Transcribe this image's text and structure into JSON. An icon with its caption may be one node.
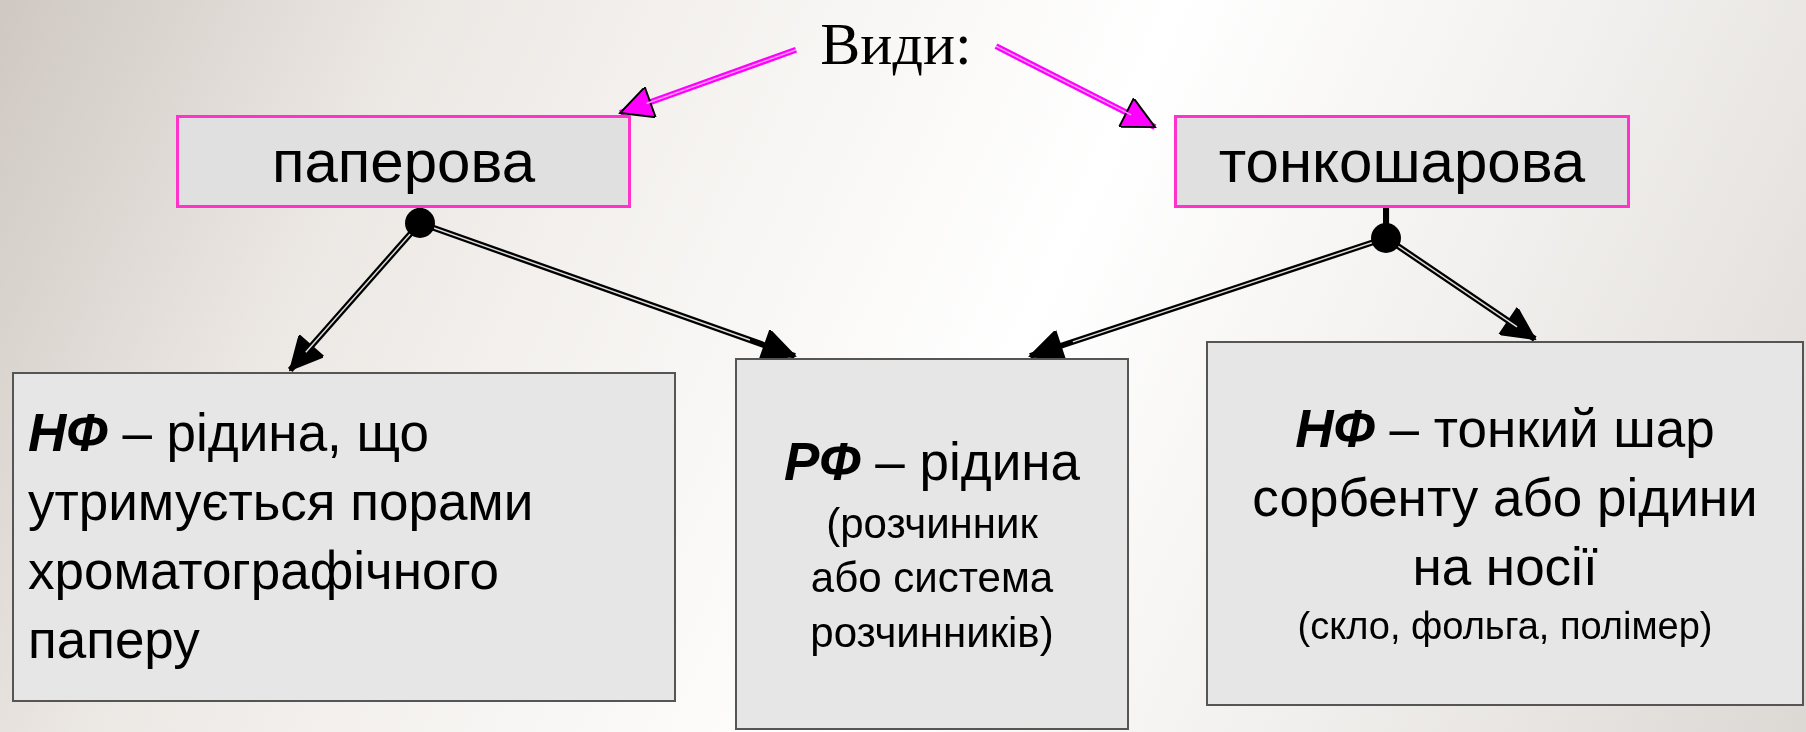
{
  "diagram": {
    "nodes": [
      {
        "text": [
          "Види:"
        ]
      },
      {
        "text": [
          "паперова"
        ]
      },
      {
        "text": [
          "тонкошарова"
        ]
      },
      {
        "text": [
          "**НФ** – рідина, що утримується порами хроматографічного паперу"
        ]
      },
      {
        "text": [
          "**РФ** – рідина",
          "(розчинник або система розчинників)"
        ]
      },
      {
        "text": [
          "**НФ** – тонкий шар сорбенту або рідини на носії",
          "(скло, фольга, полімер)"
        ]
      }
    ],
    "edges": [
      {
        "from": 0,
        "to": 1,
        "arrow": "to",
        "color": "#ff00ff"
      },
      {
        "from": 0,
        "to": 2,
        "arrow": "to",
        "color": "#ff00ff"
      },
      {
        "from": 1,
        "to": 3,
        "arrow": "to"
      },
      {
        "from": 1,
        "to": 4,
        "arrow": "to"
      },
      {
        "from": 2,
        "to": 4,
        "arrow": "to"
      },
      {
        "from": 2,
        "to": 5,
        "arrow": "to"
      }
    ]
  }
}
